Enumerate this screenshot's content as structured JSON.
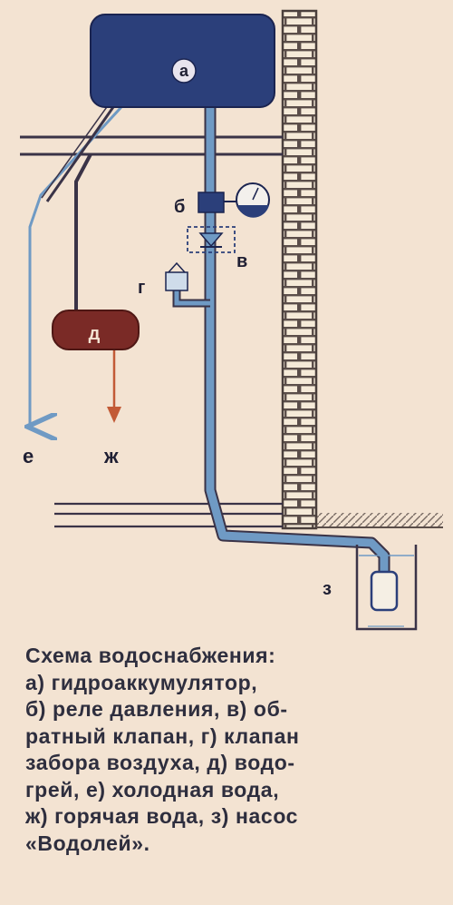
{
  "labels": {
    "accumulator": "а",
    "pressure_relay": "б",
    "check_valve": "в",
    "air_valve": "г",
    "water_heater": "д",
    "cold_water": "е",
    "hot_water": "ж",
    "pump": "з"
  },
  "caption": {
    "lines": [
      "Схема водоснабжения:",
      "а) гидроаккумулятор,",
      "б) реле давления, в) об-",
      "ратный клапан, г) клапан",
      "забора воздуха, д) водо-",
      "грей, е) холодная вода,",
      "ж) горячая вода, з) насос",
      "«Водолей»."
    ]
  },
  "colors": {
    "background": "#f3e3d2",
    "accumulator": "#2b3f7a",
    "water_heater": "#7a2a26",
    "pipe": "#6f9ac4",
    "wall_brick": "#f5ead8",
    "wall_mortar": "#5b4e4a",
    "ink": "#3a3347",
    "hot_arrow": "#c25a36"
  }
}
